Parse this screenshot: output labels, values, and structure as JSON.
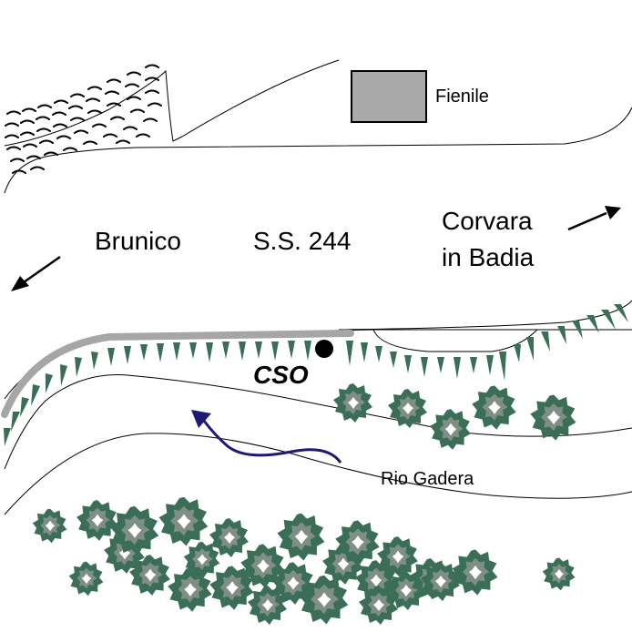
{
  "labels": {
    "fienile": "Fienile",
    "brunico": "Brunico",
    "road": "S.S. 244",
    "corvara_line1": "Corvara",
    "corvara_line2": "in Badia",
    "cso": "CSO",
    "river": "Rio Gadera"
  },
  "colors": {
    "outline": "#000000",
    "building_fill": "#a9a9a9",
    "wall": "#a6a6a6",
    "vegetation": "#3b6e56",
    "flow_arrow": "#1e1a72"
  },
  "icons": {
    "direction_arrow": "arrow-icon",
    "cso_marker": "dot-icon",
    "tree": "tree-icon",
    "flow": "curved-arrow-icon"
  }
}
